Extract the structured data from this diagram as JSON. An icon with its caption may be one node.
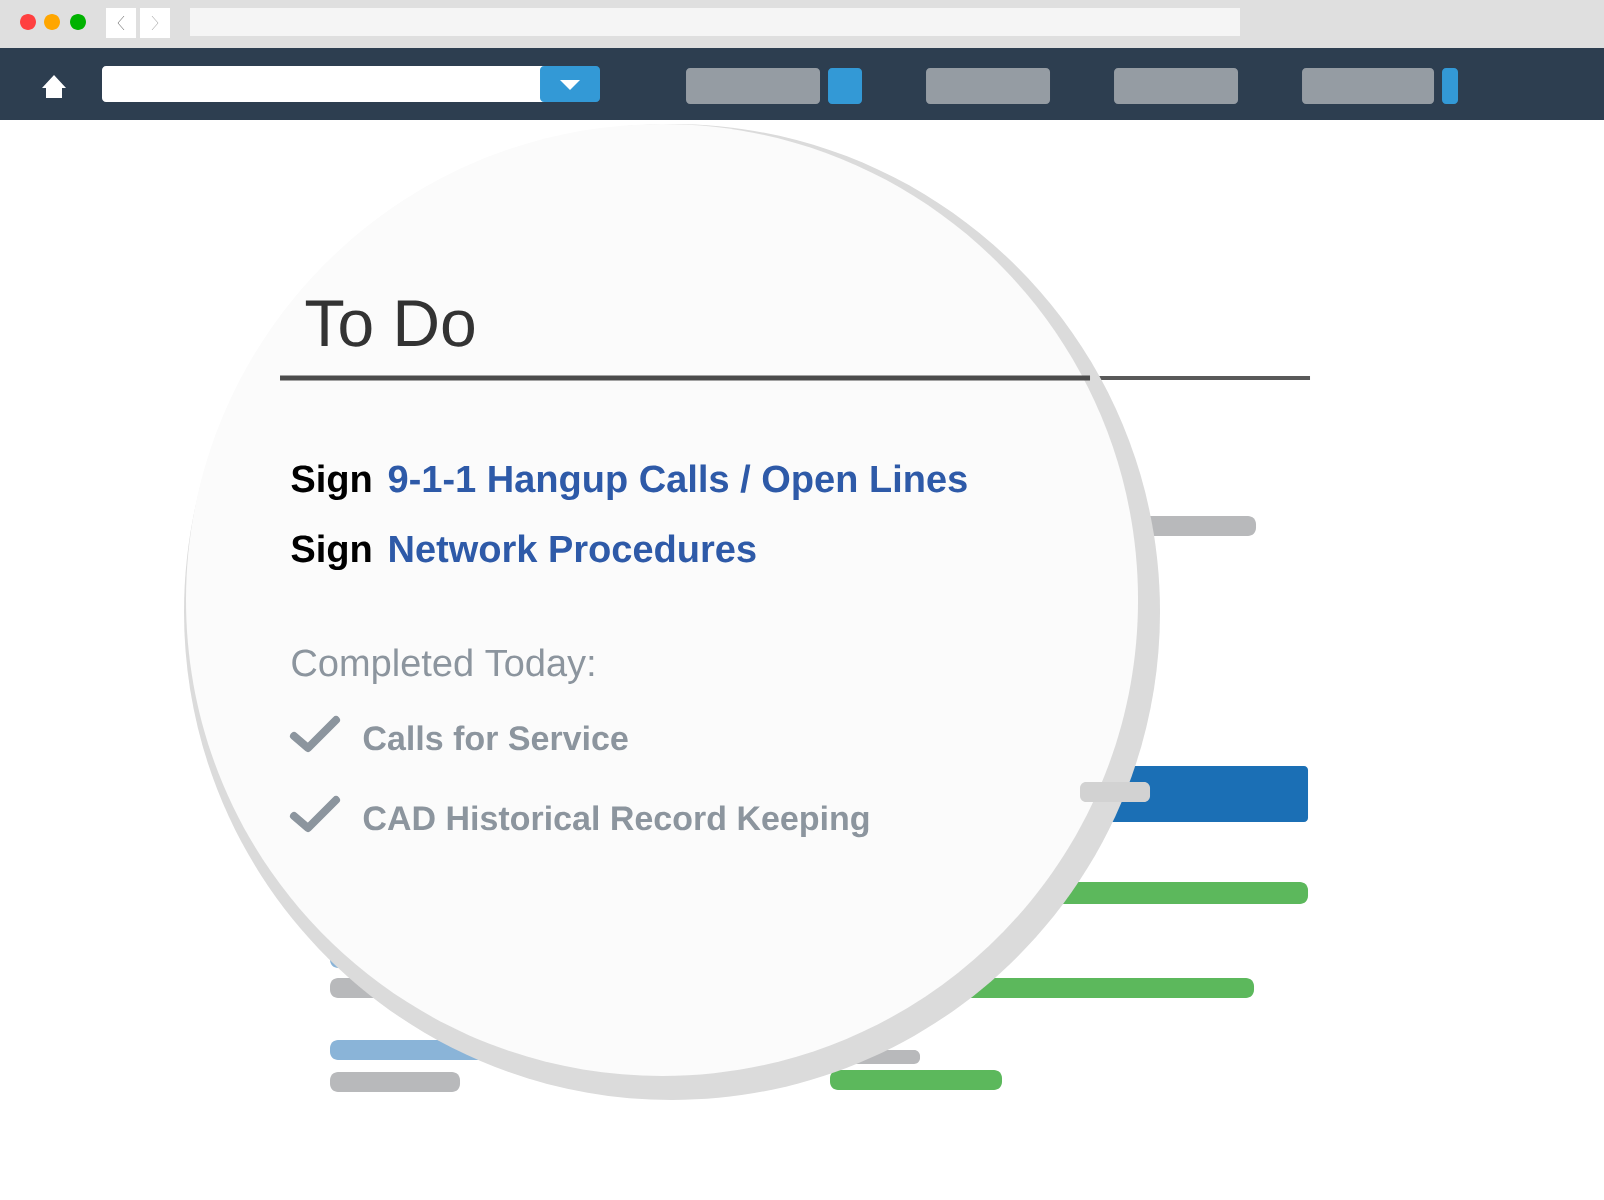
{
  "diagram": {
    "labels": [
      "To Do",
      "Sign",
      "9-1-1 Hangup Calls / Open Lines",
      "Sign",
      "Network Procedures",
      "Completed Today:",
      "Calls for Service",
      "CAD Historical Record Keeping"
    ]
  }
}
